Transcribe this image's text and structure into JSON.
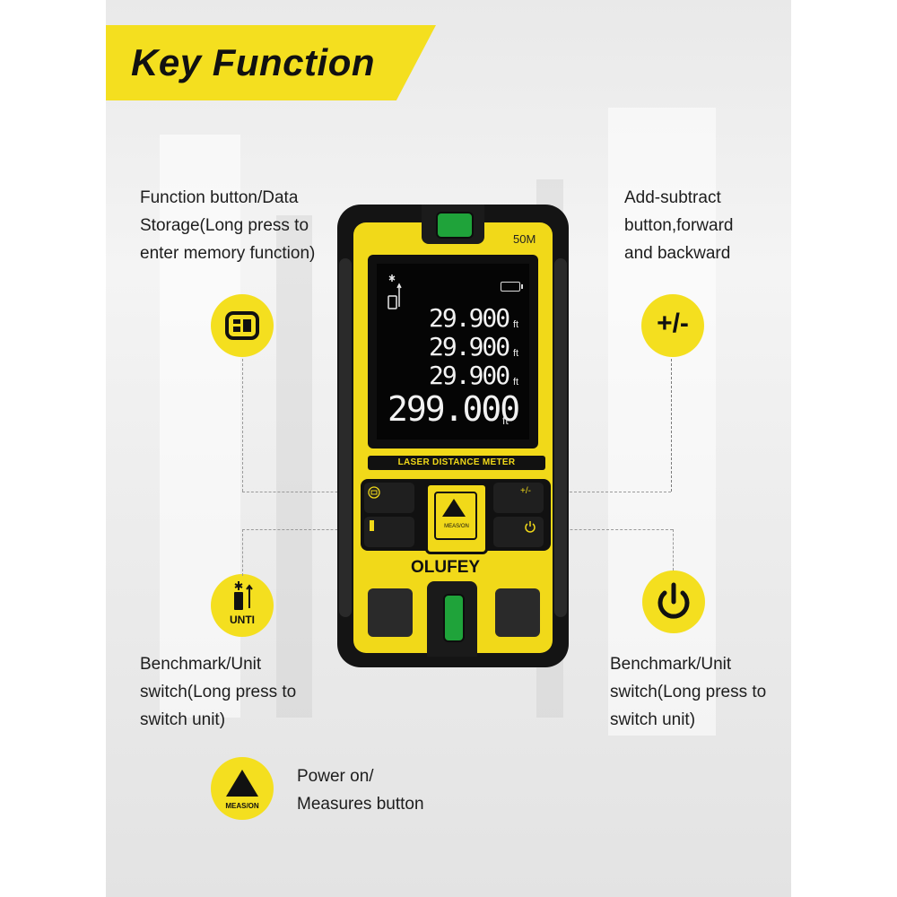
{
  "header": {
    "title": "Key Function"
  },
  "device": {
    "range_label": "50M",
    "readings": [
      {
        "value": "29.900",
        "unit": "ft"
      },
      {
        "value": "29.900",
        "unit": "ft"
      },
      {
        "value": "29.900",
        "unit": "ft"
      },
      {
        "value": "299.000",
        "unit": "ft"
      }
    ],
    "model_label": "LASER DISTANCE METER",
    "key_plus_minus": "+/-",
    "key_unit": "UNTI",
    "key_measure": "MEAS/ON",
    "brand": "OLUFEY"
  },
  "callouts": {
    "function": {
      "text": "Function button/Data Storage(Long press to enter memory function)",
      "icon": "function-grid-icon"
    },
    "add_subtract": {
      "text": "Add-subtract button,forward and backward",
      "icon_label": "+/-"
    },
    "unit": {
      "text": "Benchmark/Unit switch(Long press to switch unit)",
      "icon_label": "UNTI",
      "icon": "laser-unit-icon"
    },
    "power": {
      "text": "Benchmark/Unit switch(Long press to switch unit)",
      "icon": "power-icon"
    },
    "measure": {
      "text": "Power on/ Measures button",
      "icon_label": "MEAS/ON",
      "icon": "triangle-icon"
    }
  },
  "colors": {
    "accent": "#f4df1f",
    "device_yellow": "#f1d919",
    "body_black": "#141414",
    "bubble_green": "#1fa33a"
  }
}
